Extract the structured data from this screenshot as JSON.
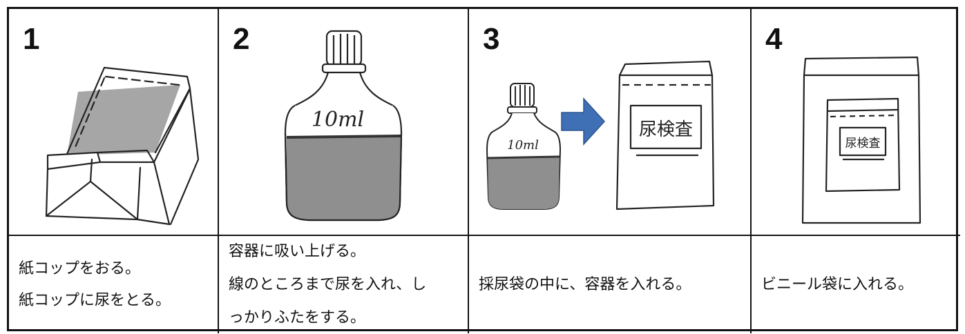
{
  "steps": [
    {
      "number": "1",
      "caption_lines": [
        "紙コップをおる。",
        "紙コップに尿をとる。"
      ]
    },
    {
      "number": "2",
      "caption_lines": [
        "容器に吸い上げる。",
        "線のところまで尿を入れ、し",
        "っかりふたをする。"
      ],
      "bottle_label": "10ml"
    },
    {
      "number": "3",
      "caption_lines": [
        "採尿袋の中に、容器を入れる。"
      ],
      "bottle_label": "10ml",
      "bag_label": "尿検査",
      "arrow_color": "#3f6fb5"
    },
    {
      "number": "4",
      "caption_lines": [
        "ビニール袋に入れる。"
      ],
      "bag_label": "尿検査"
    }
  ]
}
